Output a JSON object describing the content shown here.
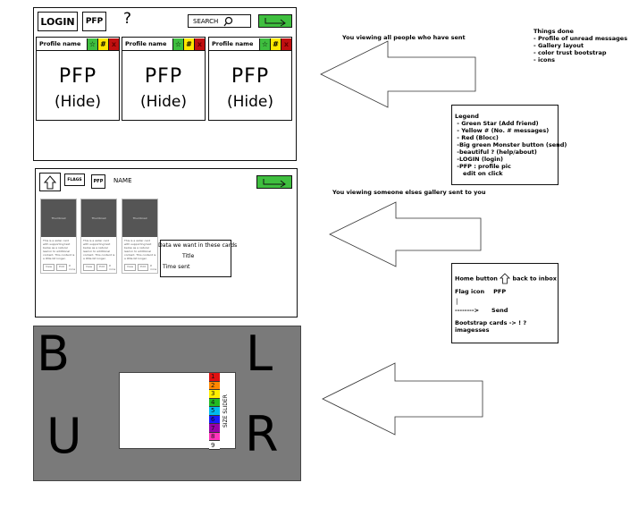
{
  "frame1": {
    "login_label": "LOGIN",
    "pfp_label": "PFP",
    "help_label": "?",
    "search_label": "SEARCH",
    "cards": [
      {
        "name": "Profile name",
        "star": "☆",
        "hash": "#",
        "x": "x",
        "pfp": "PFP",
        "hide": "(Hide)"
      },
      {
        "name": "Profile name",
        "star": "☆",
        "hash": "#",
        "x": "x",
        "pfp": "PFP",
        "hide": "(Hide)"
      },
      {
        "name": "Profile name",
        "star": "☆",
        "hash": "#",
        "x": "x",
        "pfp": "PFP",
        "hide": "(Hide)"
      }
    ],
    "caption": "You viewing all people who have sent"
  },
  "things_done": "Things done\n- Profile of unread messages\n- Gallery layout\n- color trust bootstrap\n- icons",
  "legend": "Legend\n - Green Star (Add friend)\n - Yellow # (No. # messages)\n - Red (Blocc)\n -Big green Monster button (send)\n -beautiful ? (help/about)\n -LOGIN (login)\n -PFP : profile pic\n    edit on click",
  "frame2": {
    "flags_label": "FLAGS",
    "pfp_label": "PFP",
    "name_label": "NAME",
    "thumb_title": "Thumbnail",
    "thumb_text": "This is a wider card\nwith supporting text\nbelow as a natural\nlead-in to additional\ncontent. This content is\na little bit longer.",
    "thumb_btn1": "View",
    "thumb_btn2": "Edit",
    "thumb_time": "9 mins",
    "card_note_line1": "Data we want in these cards",
    "card_note_line2": "Title",
    "card_note_line3": "Time sent",
    "caption": "You viewing someone elses gallery sent to you"
  },
  "notes2": {
    "home": "Home button",
    "home_after": "back to inbox",
    "flag": "Flag icon",
    "pfp": "PFP",
    "cursor": "|",
    "arrow": "-------->",
    "send": "Send",
    "bootstrap": "Bootstrap cards -> ! ?\nimagesses"
  },
  "frame3": {
    "letters": [
      "B",
      "L",
      "U",
      "R"
    ],
    "slider_label": "SIZE SLIDER",
    "slider_numbers": [
      "1",
      "2",
      "3",
      "4",
      "5",
      "6",
      "7",
      "8",
      "9"
    ],
    "slider_colors": [
      "#e01010",
      "#ff8800",
      "#ffee00",
      "#22bb22",
      "#00bbee",
      "#1a1aff",
      "#9900aa",
      "#ff33bb",
      "#111111"
    ]
  }
}
